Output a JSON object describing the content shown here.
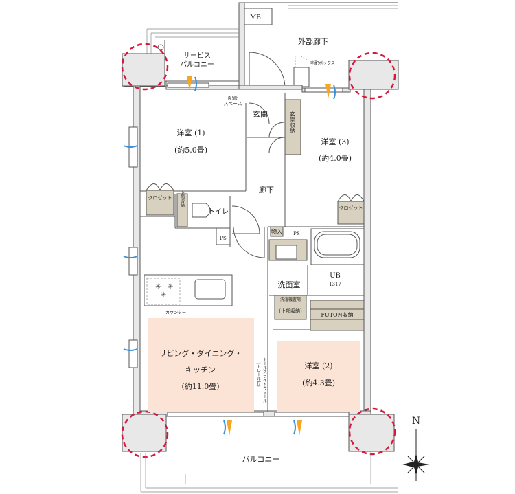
{
  "labels": {
    "mb": "MB",
    "external_corridor": "外部廊下",
    "service_balcony_1": "サービス",
    "service_balcony_2": "バルコニー",
    "delivery_box": "宅配ボックス",
    "piping_space_1": "配管",
    "piping_space_2": "スペース",
    "entrance": "玄関",
    "entrance_storage": "玄関収納",
    "room1_name": "洋室 (1)",
    "room1_size": "(約5.0畳)",
    "room3_name": "洋室 (3)",
    "room3_size": "(約4.0畳)",
    "hallway": "廊下",
    "closet_1": "クロゼット",
    "closet_3": "クロゼット",
    "upper_storage_toilet": "上部収納",
    "toilet": "トイレ",
    "ps_1": "PS",
    "ps_2": "PS",
    "storage": "物入",
    "unit_bath": "UB",
    "unit_bath_size": "1317",
    "washroom": "洗面室",
    "washer_space": "洗濯機置場",
    "upper_storage_wash": "(上部収納)",
    "futon_storage": "FUTON収納",
    "counter": "カウンター",
    "ldk_1": "リビング・ダイニング・",
    "ldk_2": "キッチン",
    "ldk_size": "(約11.0畳)",
    "room2_name": "洋室 (2)",
    "room2_size": "(約4.3畳)",
    "tall_sliding_wall": "トールスライドウォール",
    "tall_sliding_wall_note": "(トレール付)",
    "balcony": "バルコニー",
    "north": "N"
  },
  "colors": {
    "highlight_circle": "#d9163d",
    "room_fill": "#fbe3d6",
    "storage_fill": "#d9d1c0",
    "vent_blue": "#3a8fd6",
    "vent_orange": "#f5a623"
  }
}
